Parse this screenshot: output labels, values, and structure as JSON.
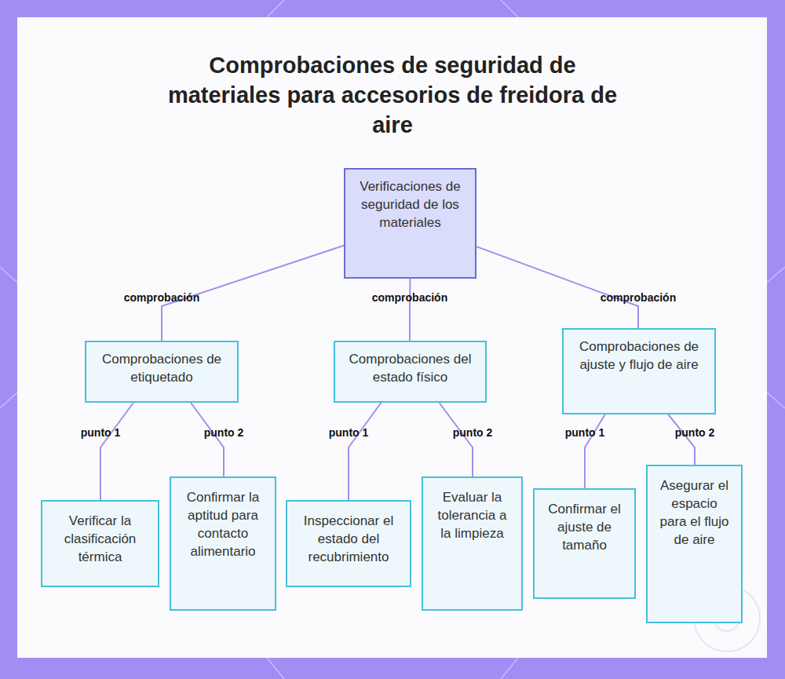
{
  "diagram": {
    "title": "Comprobaciones de seguridad de materiales para accesorios de freidora de aire",
    "nodes": [
      {
        "text": [
          "Verificaciones de seguridad de los materiales"
        ]
      },
      {
        "text": [
          "Comprobaciones de etiquetado"
        ]
      },
      {
        "text": [
          "Comprobaciones del estado físico"
        ]
      },
      {
        "text": [
          "Comprobaciones de ajuste y flujo de aire"
        ]
      },
      {
        "text": [
          "Verificar la clasificación térmica"
        ]
      },
      {
        "text": [
          "Confirmar la aptitud para contacto alimentario"
        ]
      },
      {
        "text": [
          "Inspeccionar el estado del recubrimiento"
        ]
      },
      {
        "text": [
          "Evaluar la tolerancia a la limpieza"
        ]
      },
      {
        "text": [
          "Confirmar el ajuste de tamaño"
        ]
      },
      {
        "text": [
          "Asegurar el espacio para el flujo de aire"
        ]
      }
    ],
    "edges": [
      {
        "from": 0,
        "to": 1,
        "label": "comprobación",
        "arrow": "none"
      },
      {
        "from": 0,
        "to": 2,
        "label": "comprobación",
        "arrow": "none"
      },
      {
        "from": 0,
        "to": 3,
        "label": "comprobación",
        "arrow": "none"
      },
      {
        "from": 1,
        "to": 4,
        "label": "punto 1",
        "arrow": "none"
      },
      {
        "from": 1,
        "to": 5,
        "label": "punto 2",
        "arrow": "none"
      },
      {
        "from": 2,
        "to": 6,
        "label": "punto 1",
        "arrow": "none"
      },
      {
        "from": 2,
        "to": 7,
        "label": "punto 2",
        "arrow": "none"
      },
      {
        "from": 3,
        "to": 8,
        "label": "punto 1",
        "arrow": "none"
      },
      {
        "from": 3,
        "to": 9,
        "label": "punto 2",
        "arrow": "none"
      }
    ]
  }
}
